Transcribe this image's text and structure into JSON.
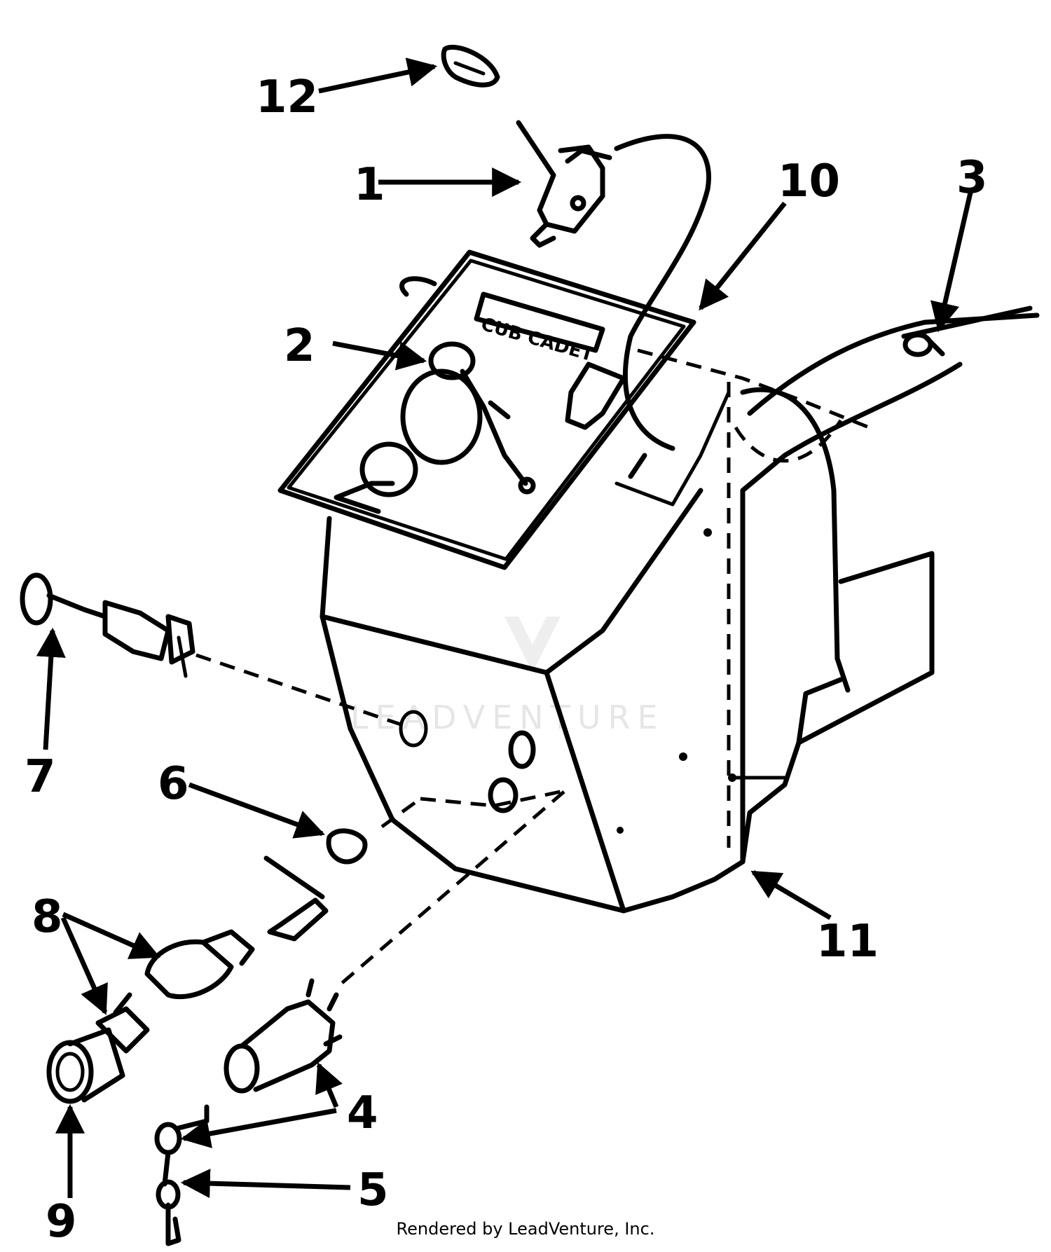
{
  "diagram": {
    "callouts": [
      "1",
      "2",
      "3",
      "4",
      "5",
      "6",
      "7",
      "8",
      "9",
      "10",
      "11",
      "12"
    ],
    "panel_brand_text": "CUB CADET",
    "watermark": "LEADVENTURE"
  },
  "footer": {
    "text": "Rendered by LeadVenture, Inc."
  }
}
